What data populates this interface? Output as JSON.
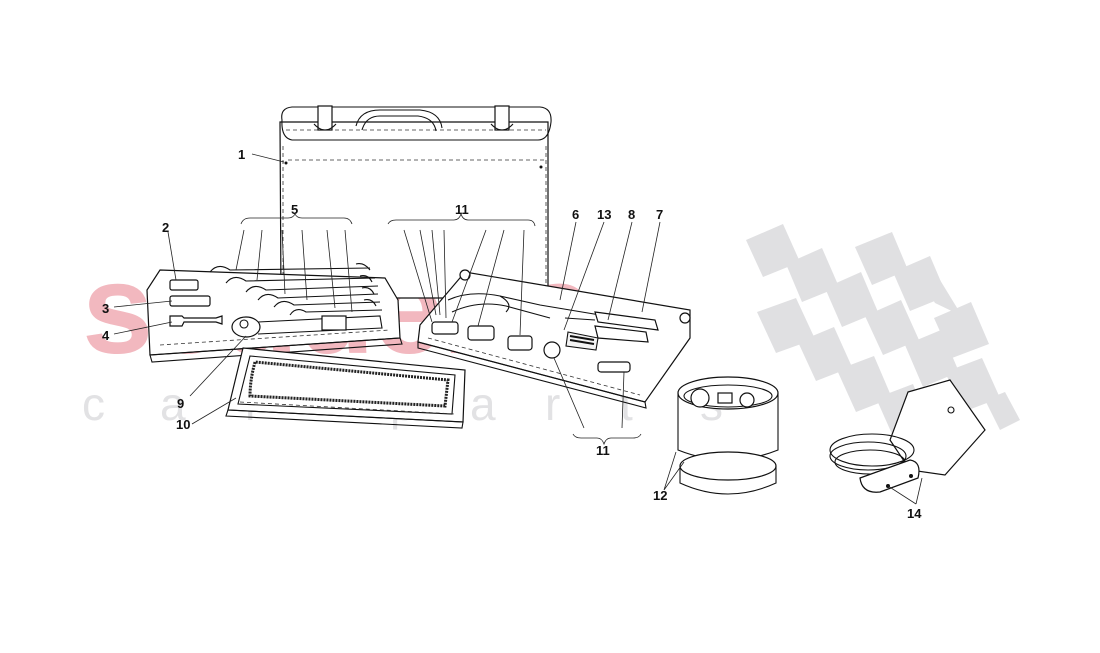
{
  "diagram": {
    "type": "exploded-parts-diagram",
    "subject": "Tool kit with case and accessories",
    "background": "#ffffff",
    "line_color": "#111111"
  },
  "watermark": {
    "brand_text": "scuderia",
    "brand_color": "#f2b8bf",
    "sub_letters": [
      "c",
      "a",
      "r",
      "p",
      "a",
      "r",
      "t",
      "s"
    ],
    "sub_color": "#e2e2e4",
    "checker_color": "#e0e0e2"
  },
  "callouts": [
    {
      "id": "1",
      "label": "1",
      "part": "tool-bag"
    },
    {
      "id": "2",
      "label": "2",
      "part": "socket-adapter"
    },
    {
      "id": "3",
      "label": "3",
      "part": "socket-tube"
    },
    {
      "id": "4",
      "label": "4",
      "part": "extension-bar"
    },
    {
      "id": "5",
      "label": "5",
      "part": "open-end-wrench-set"
    },
    {
      "id": "6",
      "label": "6",
      "part": "pliers"
    },
    {
      "id": "7",
      "label": "7",
      "part": "screwdriver"
    },
    {
      "id": "8",
      "label": "8",
      "part": "screwdriver-small"
    },
    {
      "id": "9",
      "label": "9",
      "part": "ratchet-handle"
    },
    {
      "id": "10",
      "label": "10",
      "part": "wrench-tray"
    },
    {
      "id": "11a",
      "label": "11",
      "part": "tool-tray-items-upper"
    },
    {
      "id": "11b",
      "label": "11",
      "part": "tool-tray-items-lower"
    },
    {
      "id": "12",
      "label": "12",
      "part": "spare-bulb-box"
    },
    {
      "id": "13",
      "label": "13",
      "part": "spark-plug-brush"
    },
    {
      "id": "14",
      "label": "14",
      "part": "inspection-lamp"
    }
  ]
}
